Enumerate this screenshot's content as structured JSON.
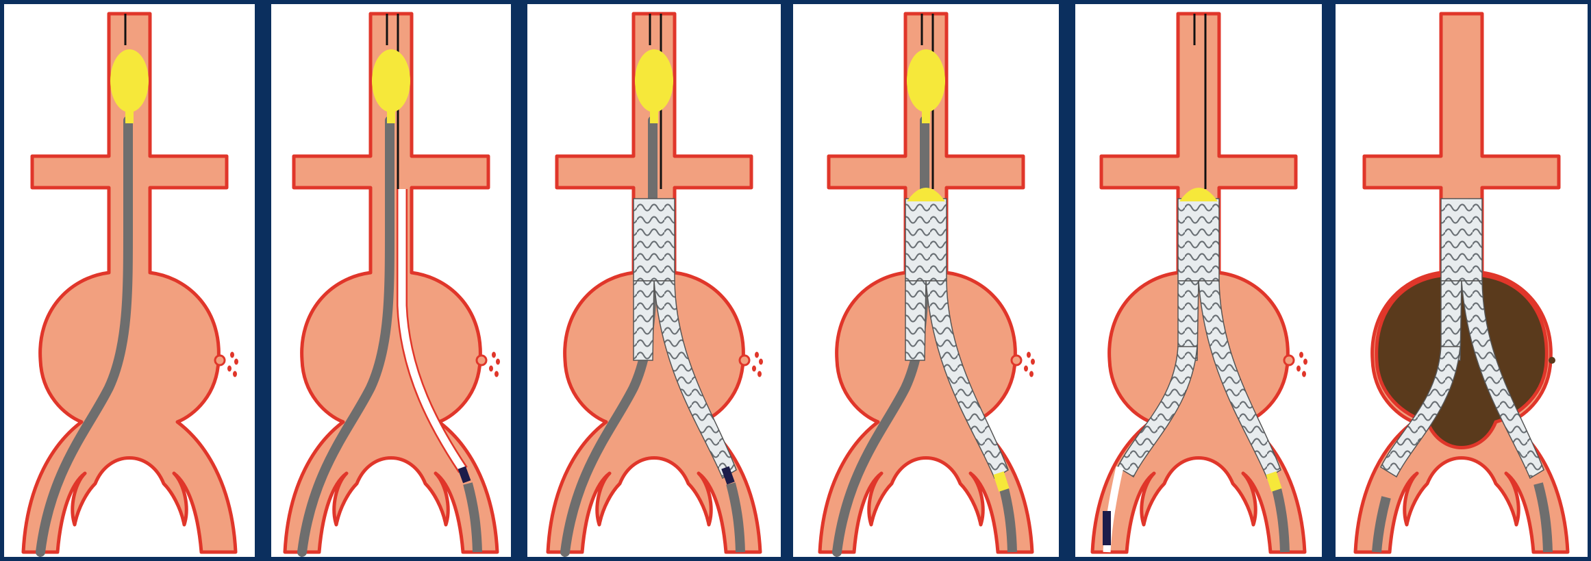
{
  "figure": {
    "background_color": "#0b2f5e",
    "panel_color": "#ffffff",
    "vessel_fill": "#f2a07f",
    "vessel_outline": "#e0362a",
    "balloon_color": "#f6e83a",
    "catheter_color": "#6e6e6e",
    "stent_fill": "#e8ecee",
    "stent_wire": "#6a7075",
    "thrombus_color": "#5a3a1c",
    "sheath_white": "#ffffff",
    "marker_dark": "#1c1c4a"
  },
  "panels": [
    {
      "step": 1,
      "balloon": "top",
      "guidewires": 1,
      "left_catheter": true,
      "right_sheath": false,
      "main_body": false,
      "contralateral_limb": false,
      "leak": true,
      "thrombosed": false
    },
    {
      "step": 2,
      "balloon": "top",
      "guidewires": 2,
      "left_catheter": true,
      "right_sheath": true,
      "main_body": false,
      "contralateral_limb": false,
      "leak": true,
      "thrombosed": false
    },
    {
      "step": 3,
      "balloon": "top",
      "guidewires": 2,
      "left_catheter": true,
      "right_sheath": false,
      "main_body": true,
      "contralateral_limb": false,
      "leak": true,
      "thrombosed": false
    },
    {
      "step": 4,
      "balloon": "top_and_small",
      "guidewires": 2,
      "left_catheter": true,
      "right_sheath": false,
      "main_body": true,
      "contralateral_limb": false,
      "leak": true,
      "thrombosed": false
    },
    {
      "step": 5,
      "balloon": "small",
      "guidewires": 2,
      "left_catheter": false,
      "right_sheath": false,
      "main_body": true,
      "contralateral_limb": true,
      "leak": true,
      "thrombosed": false
    },
    {
      "step": 6,
      "balloon": "none",
      "guidewires": 0,
      "left_catheter": false,
      "right_sheath": false,
      "main_body": true,
      "contralateral_limb": true,
      "leak": false,
      "thrombosed": true
    }
  ]
}
